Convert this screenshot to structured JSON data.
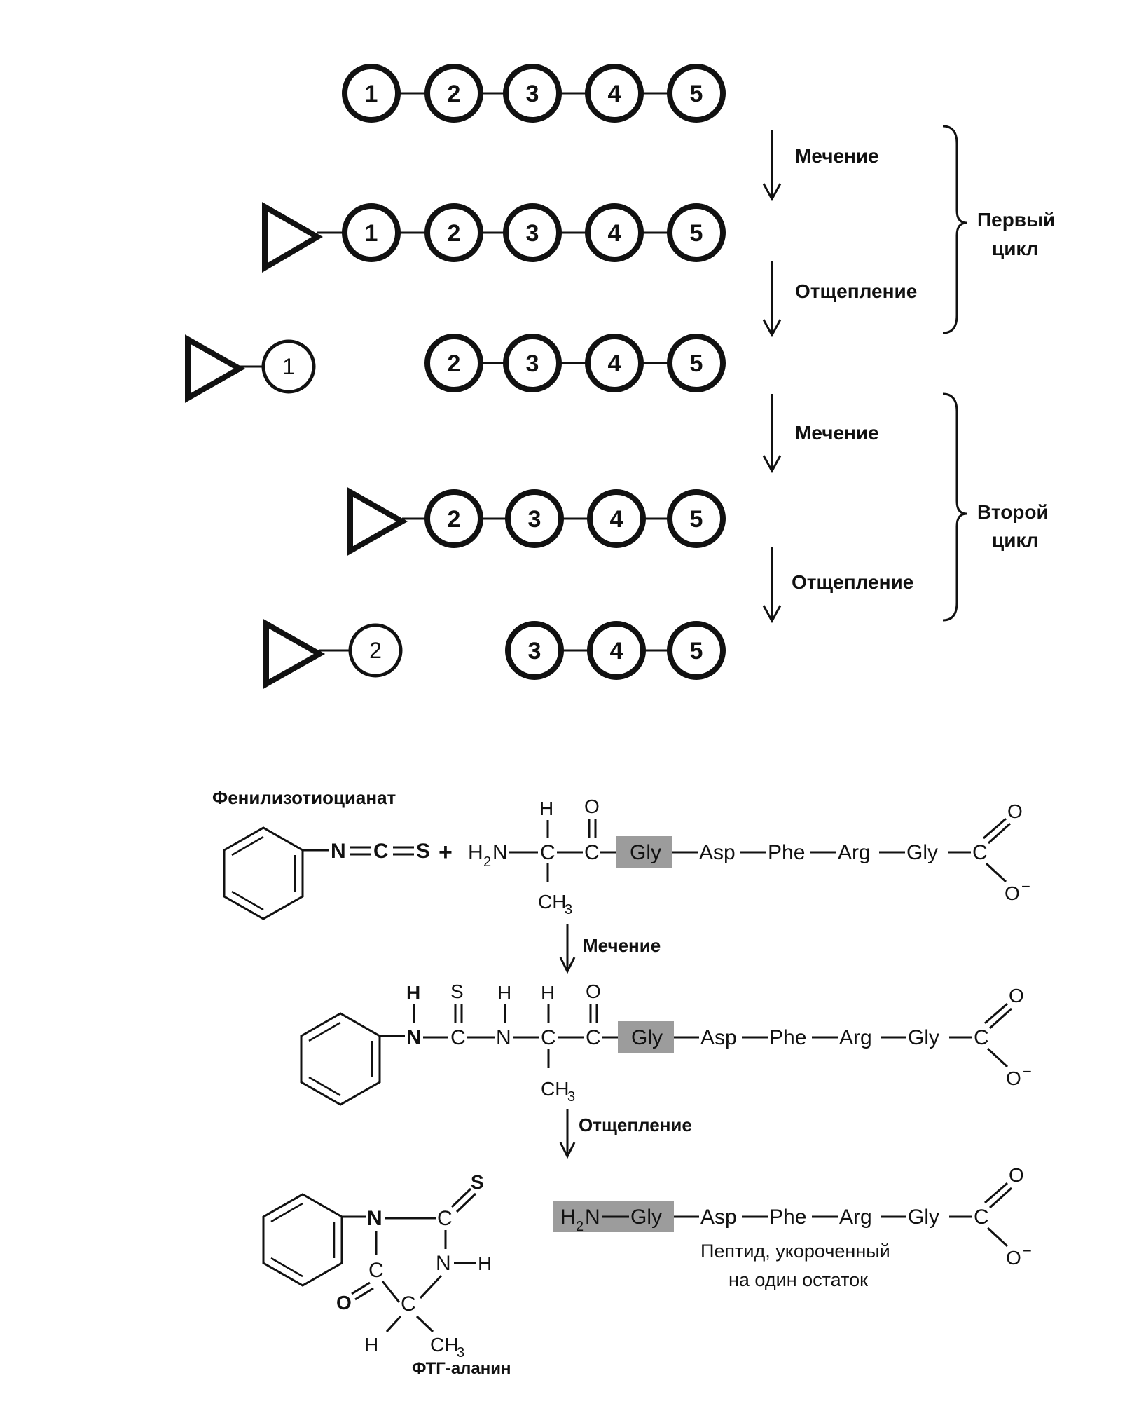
{
  "scheme": {
    "numbers": [
      "1",
      "2",
      "3",
      "4",
      "5"
    ],
    "steps": {
      "label_step": "Мечение",
      "cleave_step": "Отщепление"
    },
    "cycles": {
      "first": [
        "Первый",
        "цикл"
      ],
      "second": [
        "Второй",
        "цикл"
      ]
    }
  },
  "reaction": {
    "reagent_name": "Фенилизотиоцианат",
    "reagent_group": [
      "N",
      "C",
      "S"
    ],
    "plus": "+",
    "amine_h2n": "H",
    "amine_sub": "2",
    "amine_n": "N",
    "atom_c": "C",
    "atom_h": "H",
    "atom_o": "O",
    "atom_n": "N",
    "atom_s": "S",
    "methyl": "CH",
    "methyl_sub": "3",
    "residues": [
      "Gly",
      "Asp",
      "Phe",
      "Arg",
      "Gly"
    ],
    "carboxyl_c": "C",
    "carboxyl_o": "O",
    "carboxylate_o": "O",
    "charge": "−",
    "step_label": "Мечение",
    "step_cleave": "Отщепление",
    "shortened_peptide_line1": "Пептид, укороченный",
    "shortened_peptide_line2": "на один остаток",
    "product_name": "ФТГ-аланин",
    "n_term_h2n": "H",
    "n_term_sub": "2",
    "n_term_n": "N",
    "nh_label": "N",
    "nh_h": "H"
  },
  "colors": {
    "ink": "#111111",
    "highlight": "#9c9c9c"
  }
}
